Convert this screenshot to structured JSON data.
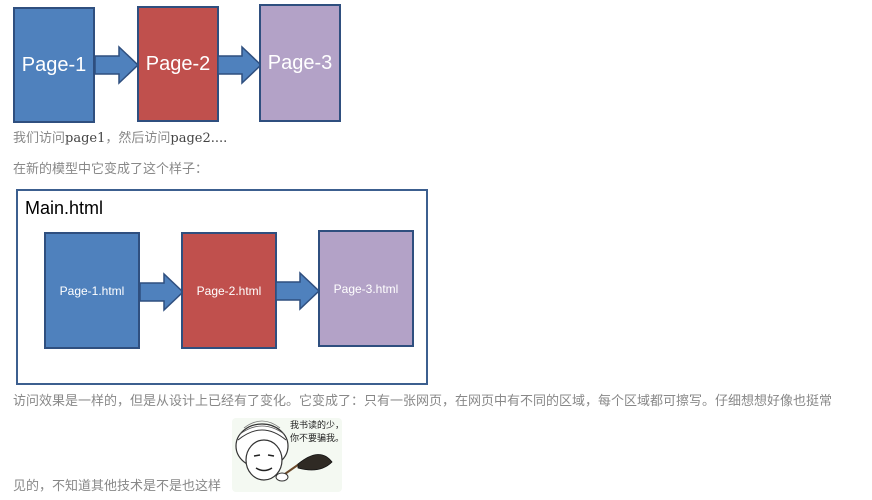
{
  "top_flow": {
    "pages": [
      "Page-1",
      "Page-2",
      "Page-3"
    ]
  },
  "caption_1": {
    "prefix": "我们访问",
    "page1": "page1",
    "middle": "，然后访问",
    "page2": "page2....",
    "suffix": ""
  },
  "caption_2": "在新的模型中它变成了这个样子：",
  "main_frame": {
    "title": "Main.html",
    "pages": [
      "Page-1.html",
      "Page-2.html",
      "Page-3.html"
    ]
  },
  "caption_3": "访问效果是一样的，但是从设计上已经有了变化。它变成了：只有一张网页，在网页中有不同的区域，每个区域都可擦写。仔细想想好像也挺常",
  "caption_4": "见的，不知道其他技术是不是也这样",
  "sticker": {
    "line1": "我书读的少，",
    "line2": "你不要骗我。"
  },
  "colors": {
    "page_1": "#4f81bd",
    "page_2": "#c0504d",
    "page_3": "#b3a2c7",
    "arrow": "#4f81bd",
    "border": "#2f4f7f"
  }
}
